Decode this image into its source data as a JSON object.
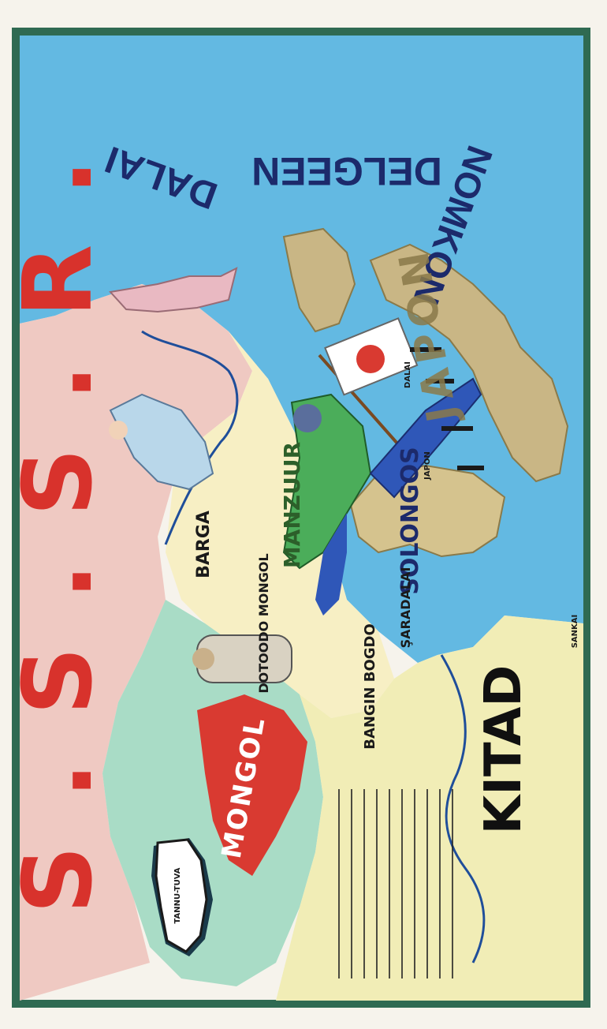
{
  "labels": {
    "ussr": "S.S.S.R.",
    "pacific_line1": "NOMKON",
    "pacific_line2": "DELGEEN",
    "pacific_line3": "DALAI",
    "mongol": "MONGOL",
    "barga": "BARGA",
    "manzuur": "MANZUUR",
    "solongos": "SOLONGOS",
    "kitad": "KITAD",
    "dotoodo_mongol": "DOTOODO MONGOL",
    "bangin_bogdo": "BANGIN BOGDO",
    "saradalai": "ŞARADALAI",
    "japon_sea": "JAPON",
    "dalai": "DALAI",
    "japon_letters": "JAPON",
    "tangnu": "TANNU-TUVA",
    "sankai": "SANKAI"
  },
  "colors": {
    "ocean": "#63b9e2",
    "ussr_land": "#efc9c2",
    "mongolia_land": "#a9dcc6",
    "manchuria_land": "#f7efc4",
    "china_land": "#f1edb6",
    "japan_land": "#c9b685",
    "flag_red": "#d93a31",
    "title_red": "#d8322c",
    "border_green": "#2f6a52"
  },
  "icons": [
    "japanese-flag-icon",
    "soldier-figure-icon",
    "mongol-guard-icon",
    "warship-icon"
  ]
}
